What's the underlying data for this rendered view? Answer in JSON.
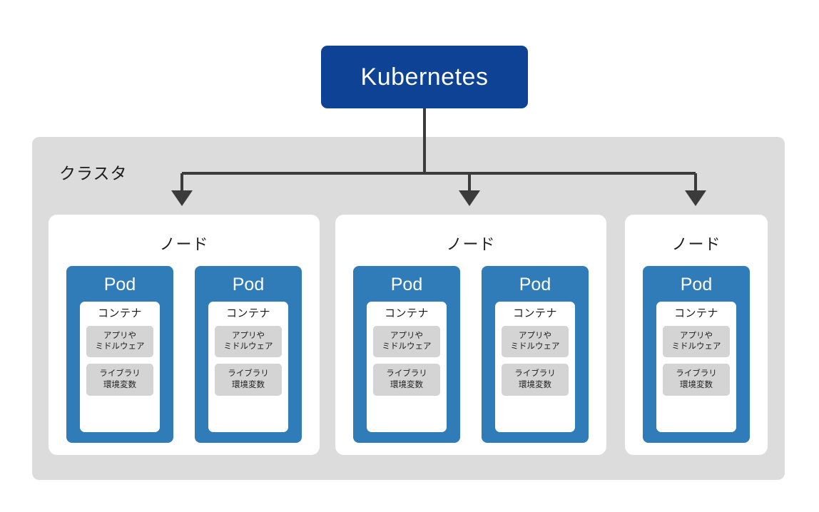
{
  "diagram": {
    "title": "Kubernetes",
    "root": {
      "label": "Kubernetes",
      "bg_color": "#0e4294",
      "text_color": "#ffffff"
    },
    "cluster": {
      "label": "クラスタ",
      "bg_color": "#dcdcdc"
    },
    "connector": {
      "color": "#3b3b3b",
      "arrow_count": 3
    },
    "colors": {
      "root_blue": "#0e4294",
      "pod_blue": "#2f7cb8",
      "cluster_gray": "#dcdcdc",
      "chip_gray": "#d4d4d4",
      "card_white": "#ffffff",
      "line_dark": "#3b3b3b",
      "text_dark": "#1c1c1c",
      "page_bg": "#ffffff"
    },
    "nodes": [
      {
        "label": "ノード",
        "pods": [
          {
            "label": "Pod",
            "container": {
              "label": "コンテナ",
              "items": [
                {
                  "lines": [
                    "アプリや",
                    "ミドルウェア"
                  ]
                },
                {
                  "lines": [
                    "ライブラリ",
                    "環境変数"
                  ]
                }
              ]
            }
          },
          {
            "label": "Pod",
            "container": {
              "label": "コンテナ",
              "items": [
                {
                  "lines": [
                    "アプリや",
                    "ミドルウェア"
                  ]
                },
                {
                  "lines": [
                    "ライブラリ",
                    "環境変数"
                  ]
                }
              ]
            }
          }
        ]
      },
      {
        "label": "ノード",
        "pods": [
          {
            "label": "Pod",
            "container": {
              "label": "コンテナ",
              "items": [
                {
                  "lines": [
                    "アプリや",
                    "ミドルウェア"
                  ]
                },
                {
                  "lines": [
                    "ライブラリ",
                    "環境変数"
                  ]
                }
              ]
            }
          },
          {
            "label": "Pod",
            "container": {
              "label": "コンテナ",
              "items": [
                {
                  "lines": [
                    "アプリや",
                    "ミドルウェア"
                  ]
                },
                {
                  "lines": [
                    "ライブラリ",
                    "環境変数"
                  ]
                }
              ]
            }
          }
        ]
      },
      {
        "label": "ノード",
        "pods": [
          {
            "label": "Pod",
            "container": {
              "label": "コンテナ",
              "items": [
                {
                  "lines": [
                    "アプリや",
                    "ミドルウェア"
                  ]
                },
                {
                  "lines": [
                    "ライブラリ",
                    "環境変数"
                  ]
                }
              ]
            }
          }
        ]
      }
    ]
  }
}
